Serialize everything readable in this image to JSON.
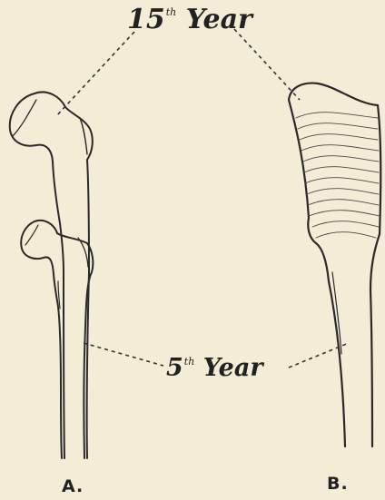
{
  "labels": {
    "top_year_number": "15",
    "top_year_suffix": "th",
    "top_year_word": "Year",
    "bottom_year_number": "5",
    "bottom_year_suffix": "th",
    "bottom_year_word": "Year"
  },
  "figures": {
    "a": "A.",
    "b": "B."
  }
}
